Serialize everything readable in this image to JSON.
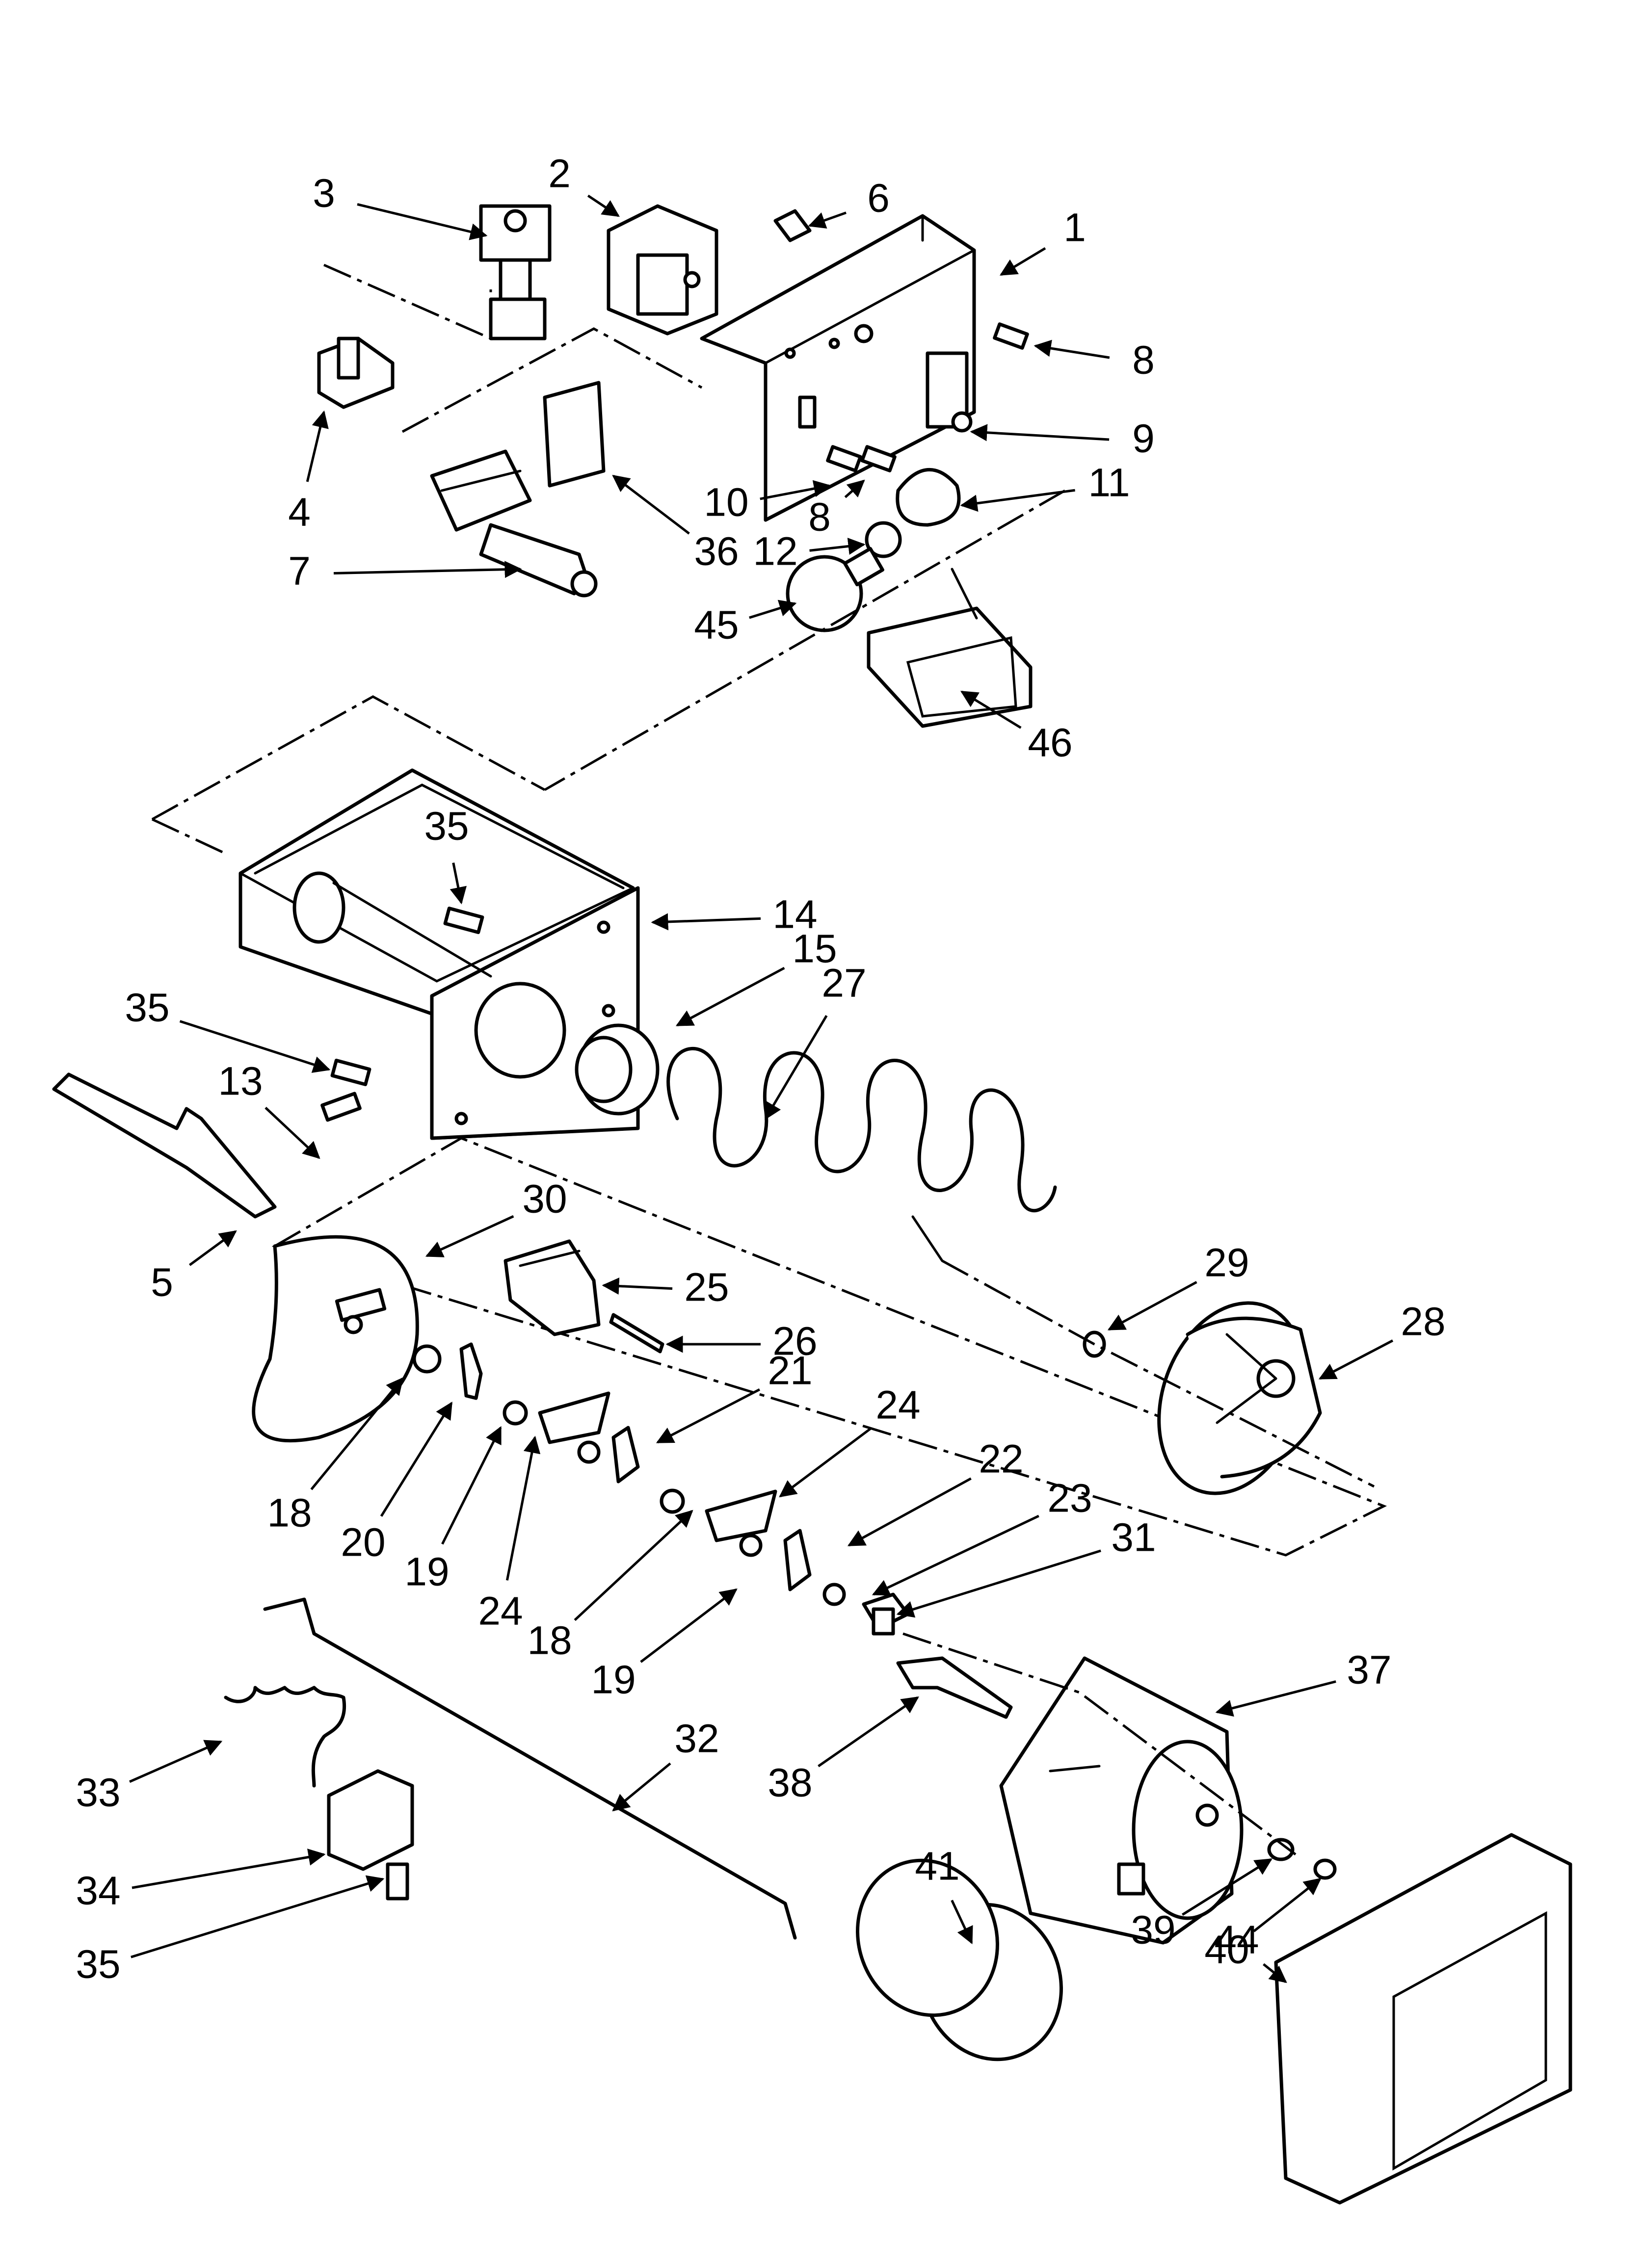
{
  "diagram": {
    "part_numbers": [
      "1",
      "2",
      "3",
      "4",
      "5",
      "6",
      "7",
      "8",
      "9",
      "10",
      "11",
      "12",
      "13",
      "14",
      "15",
      "18",
      "19",
      "20",
      "21",
      "22",
      "23",
      "24",
      "25",
      "26",
      "27",
      "28",
      "29",
      "30",
      "31",
      "32",
      "33",
      "34",
      "35",
      "36",
      "37",
      "38",
      "39",
      "40",
      "41",
      "44",
      "45",
      "46"
    ],
    "callouts": [
      {
        "key": "c1",
        "label": "1"
      },
      {
        "key": "c2",
        "label": "2"
      },
      {
        "key": "c3",
        "label": "3"
      },
      {
        "key": "c4",
        "label": "4"
      },
      {
        "key": "c5",
        "label": "5"
      },
      {
        "key": "c6",
        "label": "6"
      },
      {
        "key": "c7",
        "label": "7"
      },
      {
        "key": "c8a",
        "label": "8"
      },
      {
        "key": "c8b",
        "label": "8"
      },
      {
        "key": "c9",
        "label": "9"
      },
      {
        "key": "c10",
        "label": "10"
      },
      {
        "key": "c11",
        "label": "11"
      },
      {
        "key": "c12",
        "label": "12"
      },
      {
        "key": "c13",
        "label": "13"
      },
      {
        "key": "c14",
        "label": "14"
      },
      {
        "key": "c15",
        "label": "15"
      },
      {
        "key": "c18a",
        "label": "18"
      },
      {
        "key": "c18b",
        "label": "18"
      },
      {
        "key": "c19a",
        "label": "19"
      },
      {
        "key": "c19b",
        "label": "19"
      },
      {
        "key": "c20",
        "label": "20"
      },
      {
        "key": "c21",
        "label": "21"
      },
      {
        "key": "c22",
        "label": "22"
      },
      {
        "key": "c23",
        "label": "23"
      },
      {
        "key": "c24a",
        "label": "24"
      },
      {
        "key": "c24b",
        "label": "24"
      },
      {
        "key": "c25",
        "label": "25"
      },
      {
        "key": "c26",
        "label": "26"
      },
      {
        "key": "c27",
        "label": "27"
      },
      {
        "key": "c28",
        "label": "28"
      },
      {
        "key": "c29",
        "label": "29"
      },
      {
        "key": "c30",
        "label": "30"
      },
      {
        "key": "c31",
        "label": "31"
      },
      {
        "key": "c32",
        "label": "32"
      },
      {
        "key": "c33",
        "label": "33"
      },
      {
        "key": "c34",
        "label": "34"
      },
      {
        "key": "c35a",
        "label": "35"
      },
      {
        "key": "c35b",
        "label": "35"
      },
      {
        "key": "c35c",
        "label": "35"
      },
      {
        "key": "c36",
        "label": "36"
      },
      {
        "key": "c37",
        "label": "37"
      },
      {
        "key": "c38",
        "label": "38"
      },
      {
        "key": "c39",
        "label": "39"
      },
      {
        "key": "c40",
        "label": "40"
      },
      {
        "key": "c41",
        "label": "41"
      },
      {
        "key": "c44",
        "label": "44"
      },
      {
        "key": "c45",
        "label": "45"
      },
      {
        "key": "c46",
        "label": "46"
      }
    ]
  }
}
